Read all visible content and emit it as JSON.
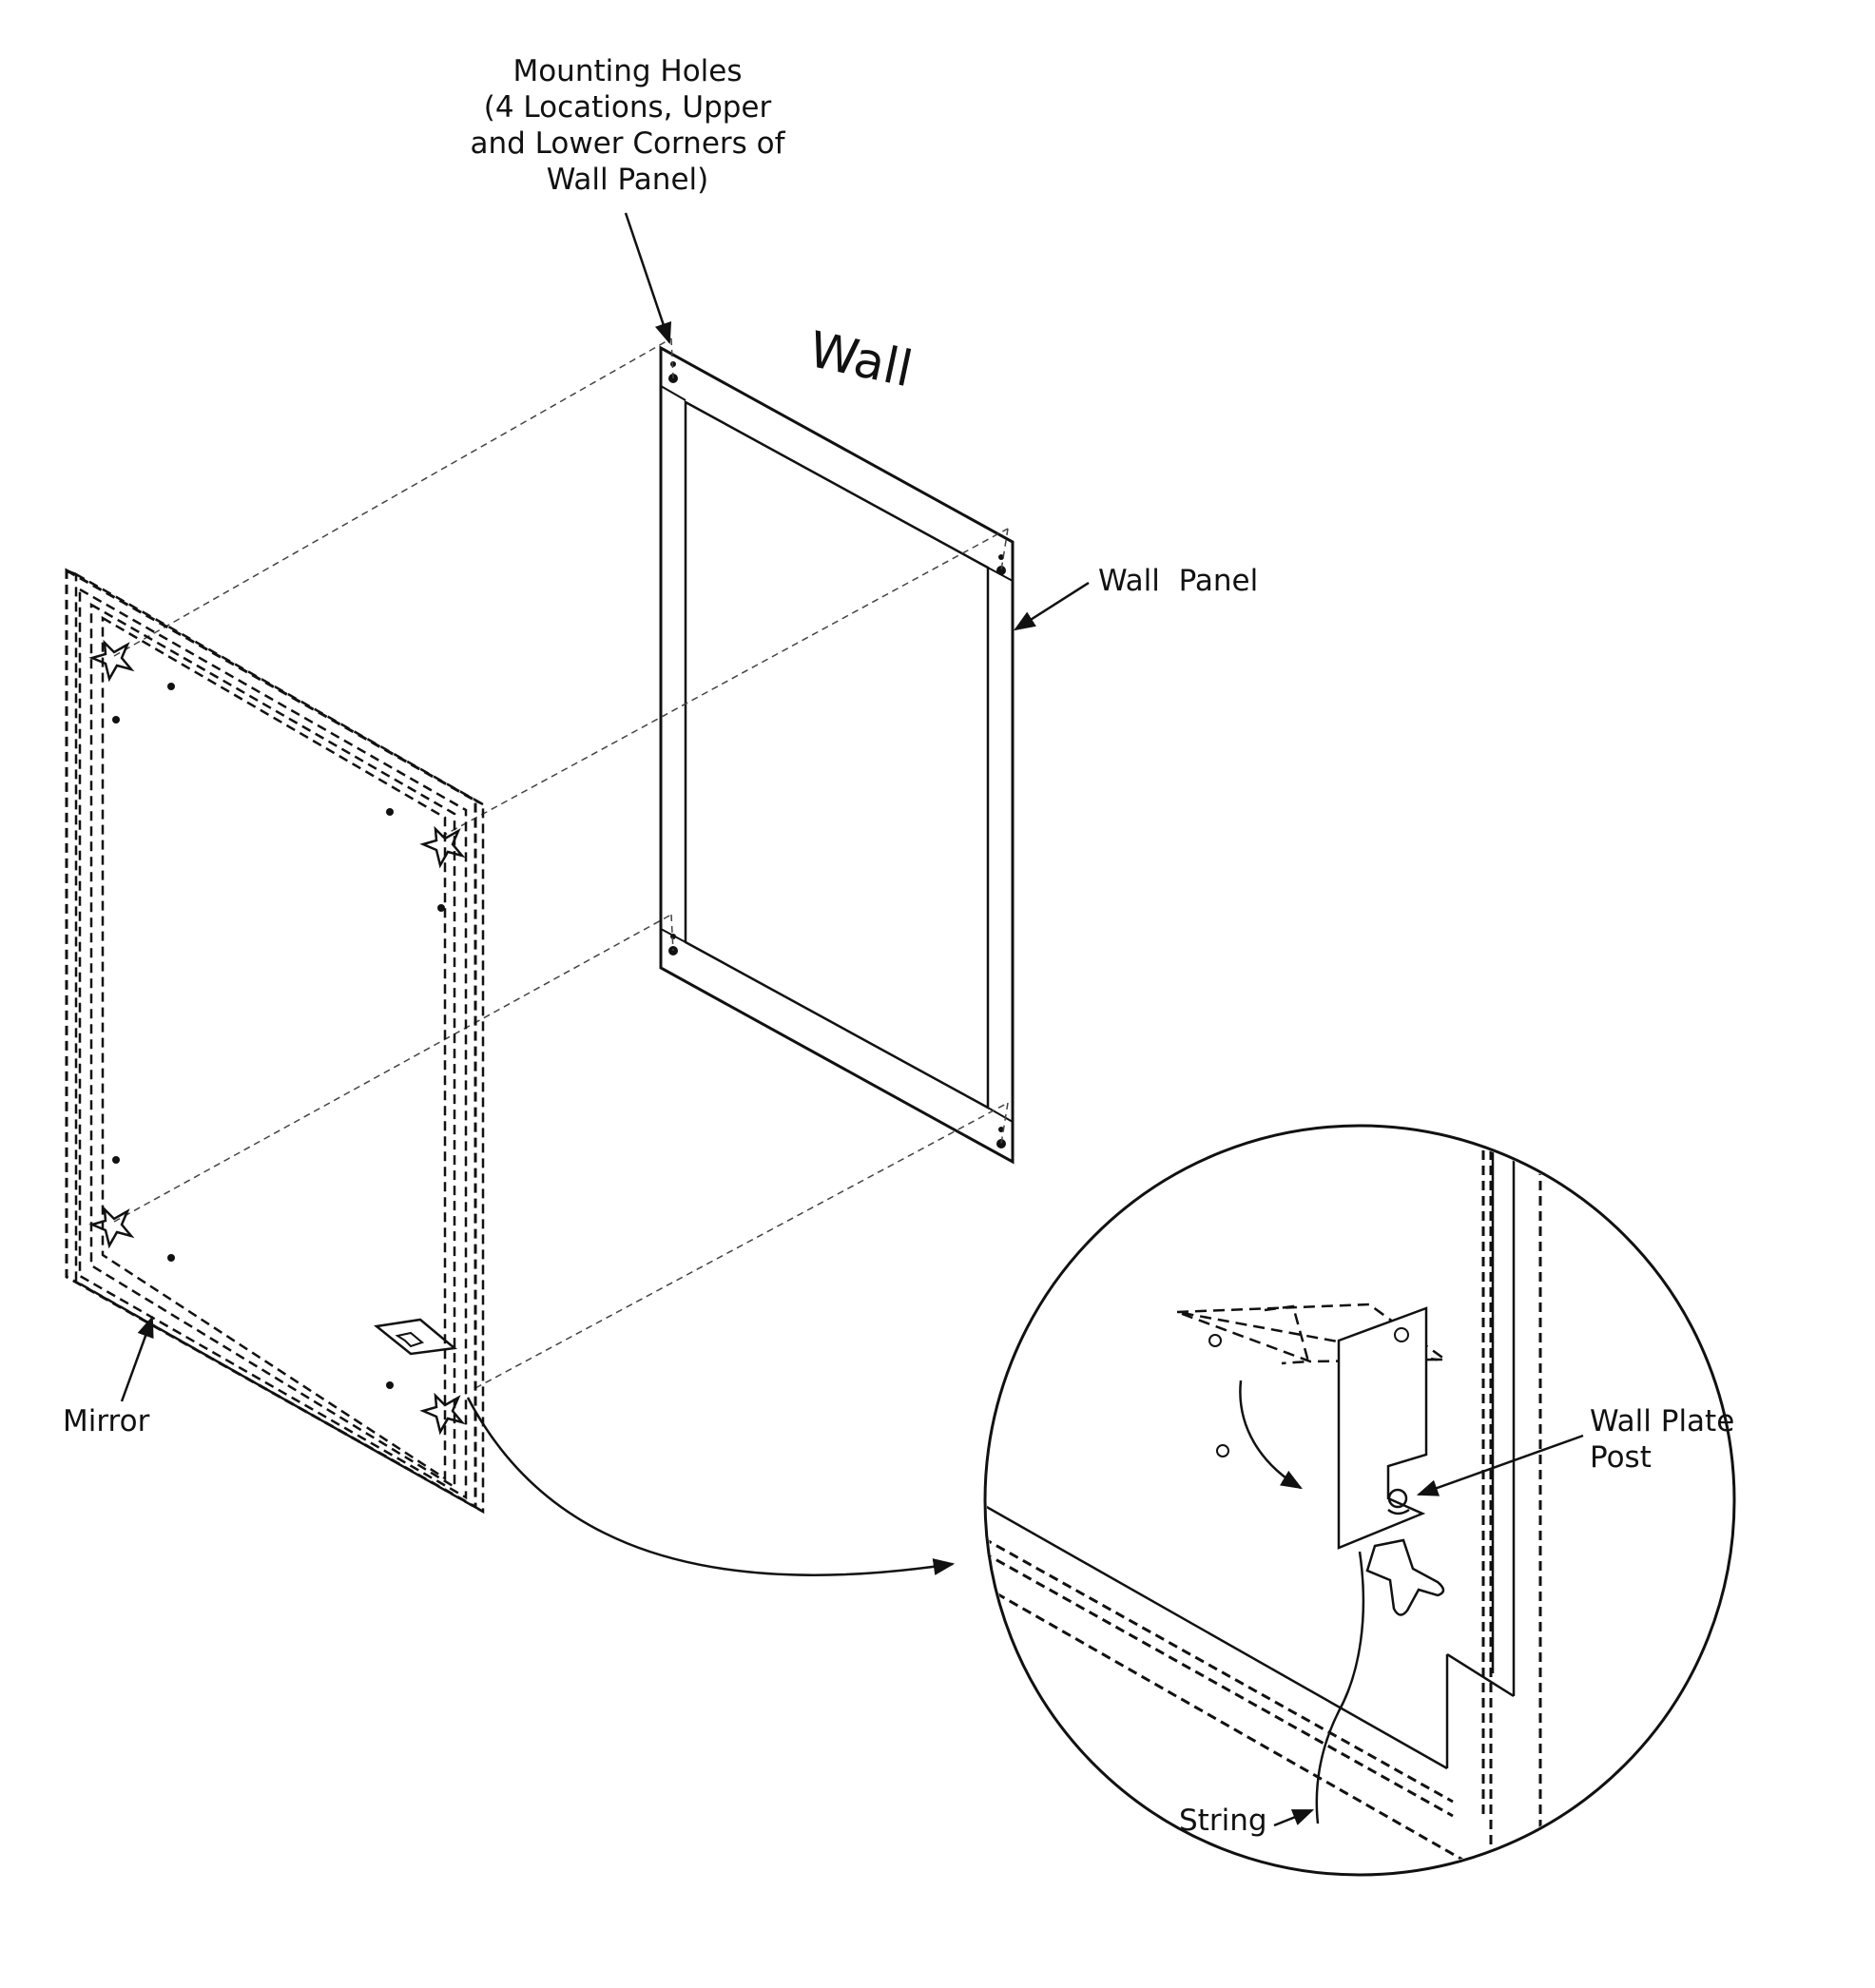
{
  "labels": {
    "mounting_holes": [
      "Mounting Holes",
      "(4 Locations, Upper",
      "and Lower Corners of",
      "Wall Panel)"
    ],
    "wall": "Wall",
    "wall_panel": "Wall  Panel",
    "mirror": "Mirror",
    "wall_plate_post": [
      "Wall Plate",
      "Post"
    ],
    "string": "String"
  },
  "colors": {
    "ink": "#111111",
    "background": "#ffffff"
  }
}
